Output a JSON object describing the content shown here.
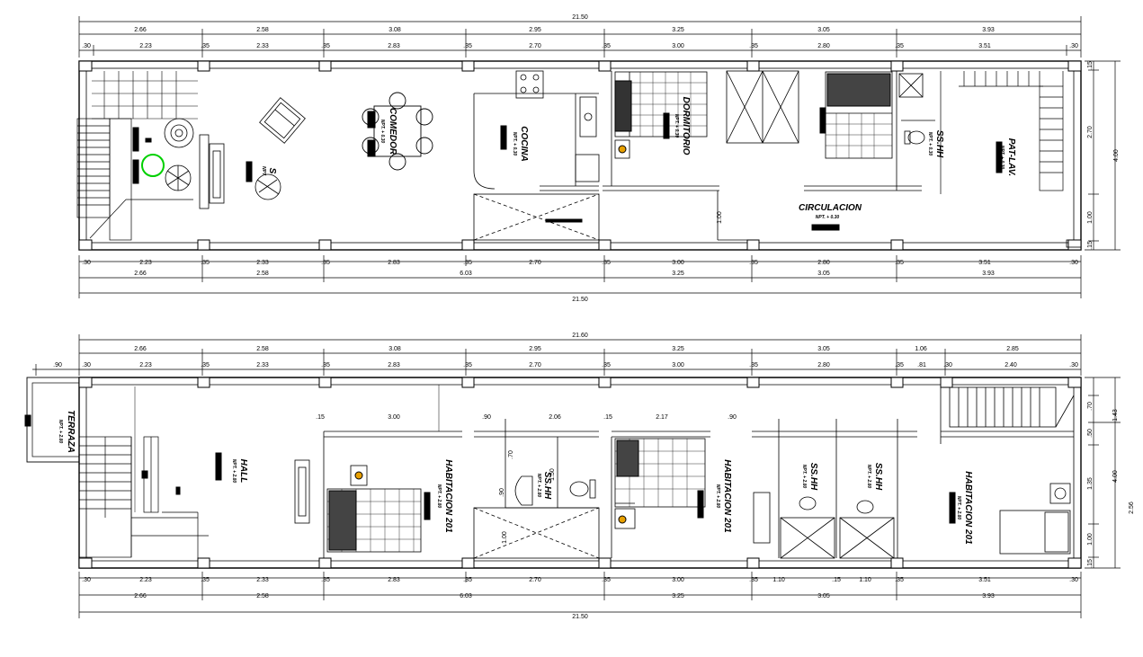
{
  "plan1": {
    "total_top": "21.50",
    "top_outer": [
      "2.66",
      "2.58",
      "3.08",
      "2.95",
      "3.25",
      "3.05",
      "3.93"
    ],
    "top_inner": [
      ".30",
      "2.23",
      ".35",
      "2.33",
      ".35",
      "2.83",
      ".35",
      "2.70",
      ".35",
      "3.00",
      ".35",
      "2.80",
      ".35",
      "3.51",
      ".30"
    ],
    "bottom_inner": [
      ".30",
      "2.23",
      ".35",
      "2.33",
      ".35",
      "2.83",
      ".35",
      "2.70",
      ".35",
      "3.00",
      ".35",
      "2.80",
      ".35",
      "3.51",
      ".30"
    ],
    "bottom_outer": [
      "2.66",
      "2.58",
      "6.03",
      "3.25",
      "3.05",
      "3.93"
    ],
    "total_bottom": "21.50",
    "right_dims": [
      ".15",
      "2.70",
      "1.00",
      ".15"
    ],
    "right_total": "4.00",
    "misc_dims": [
      "1.00"
    ],
    "rooms": {
      "comedor": {
        "name": "COMEDOR",
        "level": "NPT. + 0.30"
      },
      "sala": {
        "name": "S",
        "level": "NPT"
      },
      "cocina": {
        "name": "COCINA",
        "level": "NPT. + 0.30"
      },
      "dormitorio": {
        "name": "DORMITORIO",
        "level": "NPT. + 0.30"
      },
      "sshh": {
        "name": "SS.HH",
        "level": "NPT. + 0.30"
      },
      "patlav": {
        "name": "PAT-LAV.",
        "level": "NPT. + 0.30"
      },
      "circulacion": {
        "name": "CIRCULACION",
        "level": "NPT. + 0.30"
      }
    }
  },
  "plan2": {
    "total_top": "21.60",
    "top_outer": [
      "2.66",
      "2.58",
      "3.08",
      "2.95",
      "3.25",
      "3.05",
      "1.06",
      "2.85"
    ],
    "top_inner": [
      ".90",
      ".30",
      "2.23",
      ".35",
      "2.33",
      ".35",
      "2.83",
      ".35",
      "2.70",
      ".35",
      "3.00",
      ".35",
      "2.80",
      ".35",
      ".81",
      ".30",
      "2.40",
      ".30"
    ],
    "interior_dims": [
      ".15",
      "3.00",
      ".90",
      "2.06",
      ".15",
      "2.17",
      ".90"
    ],
    "bottom_inner": [
      ".30",
      "2.23",
      ".35",
      "2.33",
      ".35",
      "2.83",
      ".35",
      "2.70",
      ".35",
      "3.00",
      ".35",
      "1.10",
      ".15",
      "1.10",
      ".35",
      "3.51",
      ".30"
    ],
    "bottom_outer": [
      "2.66",
      "2.58",
      "6.03",
      "3.25",
      "3.05",
      "3.93"
    ],
    "total_bottom": "21.50",
    "right_dims": [
      ".70",
      ".50",
      "1.35",
      "1.00",
      ".15"
    ],
    "right_totals": [
      "1.43",
      "4.00",
      "2.56"
    ],
    "misc_dims": [
      ".70",
      ".90",
      "1.00",
      "1.50"
    ],
    "rooms": {
      "terraza": {
        "name": "TERRAZA",
        "level": "NPT. + 2.80"
      },
      "hall": {
        "name": "HALL",
        "level": "NPT. + 2.80"
      },
      "hab201a": {
        "name": "HABITACION 201",
        "level": "NPT. + 2.80"
      },
      "sshh_a": {
        "name": "SS.HH",
        "level": "NPT. + 2.80"
      },
      "hab201b": {
        "name": "HABITACION 201",
        "level": "NPT. + 2.80"
      },
      "sshh_b": {
        "name": "SS.HH",
        "level": "NPT. + 2.80"
      },
      "sshh_c": {
        "name": "SS.HH",
        "level": "NPT. + 2.80"
      },
      "hab201c": {
        "name": "HABITACION 201",
        "level": "NPT. + 2.80"
      }
    }
  },
  "colors": {
    "line": "#000000",
    "accent": "#00d000",
    "marker": "#e8a000"
  }
}
